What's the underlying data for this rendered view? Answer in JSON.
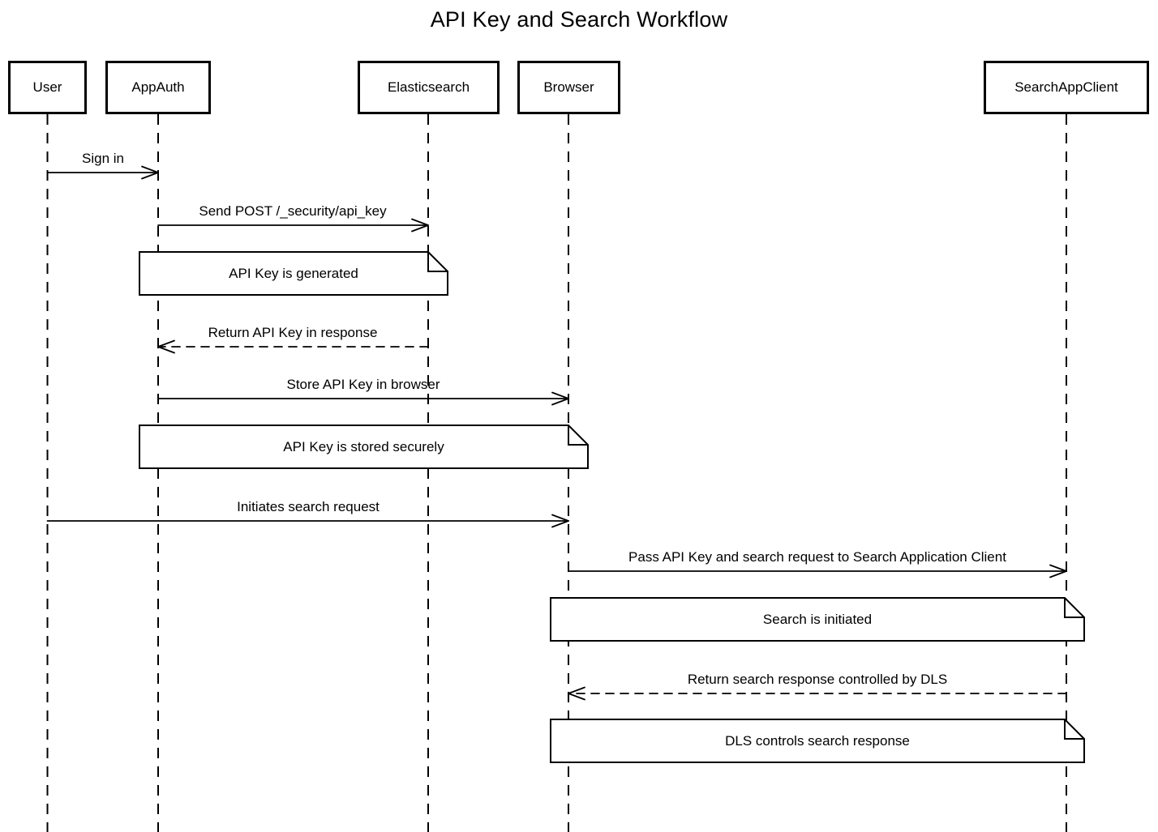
{
  "title": "API Key and Search Workflow",
  "diagram_type": "sequence-diagram",
  "colors": {
    "stroke": "#000000",
    "background": "#ffffff",
    "shape_fill": "#ffffff"
  },
  "participants": [
    {
      "id": "user",
      "label": "User"
    },
    {
      "id": "appauth",
      "label": "AppAuth"
    },
    {
      "id": "elasticsearch",
      "label": "Elasticsearch"
    },
    {
      "id": "browser",
      "label": "Browser"
    },
    {
      "id": "searchappclient",
      "label": "SearchAppClient"
    }
  ],
  "messages": [
    {
      "from": "User",
      "to": "AppAuth",
      "line": "solid",
      "label": "Sign in"
    },
    {
      "from": "AppAuth",
      "to": "Elasticsearch",
      "line": "solid",
      "label": "Send POST /_security/api_key"
    },
    {
      "from": "Elasticsearch",
      "to": "AppAuth",
      "line": "dashed",
      "label": "Return API Key in response"
    },
    {
      "from": "AppAuth",
      "to": "Browser",
      "line": "solid",
      "label": "Store API Key in browser"
    },
    {
      "from": "User",
      "to": "Browser",
      "line": "solid",
      "label": "Initiates search request"
    },
    {
      "from": "Browser",
      "to": "SearchAppClient",
      "line": "solid",
      "label": "Pass API Key and search request to Search Application Client"
    },
    {
      "from": "SearchAppClient",
      "to": "Browser",
      "line": "dashed",
      "label": "Return search response controlled by DLS"
    }
  ],
  "notes": [
    {
      "over": "AppAuth, Elasticsearch",
      "label": "API Key is generated"
    },
    {
      "over": "AppAuth, Browser",
      "label": "API Key is stored securely"
    },
    {
      "over": "Browser, SearchAppClient",
      "label": "Search is initiated"
    },
    {
      "over": "Browser, SearchAppClient",
      "label": "DLS controls search response"
    }
  ]
}
